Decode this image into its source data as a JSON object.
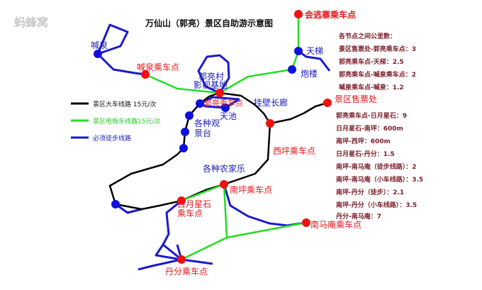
{
  "watermark": "蚂蜂窝",
  "title": "万仙山（郭亮）景区自助游示意图",
  "colors": {
    "bus": "#000000",
    "electric": "#22dd22",
    "walk": "#1a1acc",
    "stop": "#ee1111",
    "spot": "#1111dd"
  },
  "legend": {
    "bus": "景区大车线路 15元/次",
    "electric": "景区电瓶车线路15元/次",
    "walk": "必须徒步线路"
  },
  "stops": {
    "huitaozhai": "会逃寨乘车点",
    "hanquan_stop": "喊泉乘车点",
    "guoliang_stop": "郭亮乘车点",
    "ticket": "景区售票处",
    "xiping": "西坪乘车点",
    "nanping": "南坪乘车点",
    "riyue": "日月星石",
    "riyue2": "乘车点",
    "danfen": "丹分乘车点",
    "nanmaan": "南马庵乘车点"
  },
  "spots": {
    "hanquan": "喊泉",
    "tianti": "天梯",
    "paolou": "炮楼",
    "guoliangcun": "郭亮村",
    "guoliangcun2": "影视基地",
    "guabi": "挂壁长廊",
    "tianchi": "天池",
    "guanjing": "各种观",
    "guanjing2": "景台",
    "nongjia": "各种农家乐"
  },
  "distances": {
    "heading": "各节点之间公里数：",
    "items": [
      "景区售票处-郭亮乘车点：3",
      "郭亮乘车点-天梯：2.5",
      "郭亮乘车点-喊泉乘车点：2",
      "喊泉乘车点-喊泉：1.2"
    ],
    "items2": [
      "郭亮乘车点-日月星石：9",
      "日月星石-南坪：600m",
      "南坪-西坪：600m",
      "日月星石-丹分：1.5",
      "南坪-南马庵（徒步线路）：2",
      "南坪-南马庵（小车线路）：3.5",
      "南坪-丹分（徒步）：2.1",
      "南坪-丹分（小车线路）：3.5",
      "丹分-南马庵：7"
    ]
  }
}
